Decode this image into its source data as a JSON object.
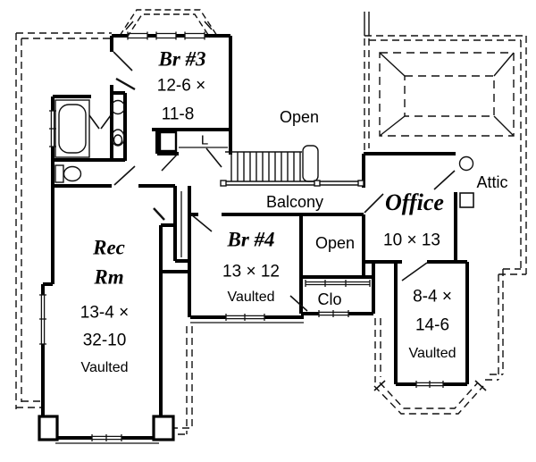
{
  "colors": {
    "line": "#000000",
    "background": "#ffffff"
  },
  "rooms": {
    "br3": {
      "name": "Br #3",
      "dims_line1": "12-6 ×",
      "dims_line2": "11-8"
    },
    "br4": {
      "name": "Br #4",
      "dims": "13 × 12",
      "note": "Vaulted"
    },
    "rec_rm": {
      "name_line1": "Rec",
      "name_line2": "Rm",
      "dims_line1": "13-4 ×",
      "dims_line2": "32-10",
      "note": "Vaulted"
    },
    "office": {
      "name": "Office",
      "dims": "10 × 13"
    },
    "bonus_room": {
      "dims_line1": "8-4 ×",
      "dims_line2": "14-6",
      "note": "Vaulted"
    }
  },
  "areas": {
    "open_upper": "Open",
    "open_lower": "Open",
    "balcony": "Balcony",
    "attic": "Attic",
    "closet": "Clo",
    "linen": "L"
  }
}
